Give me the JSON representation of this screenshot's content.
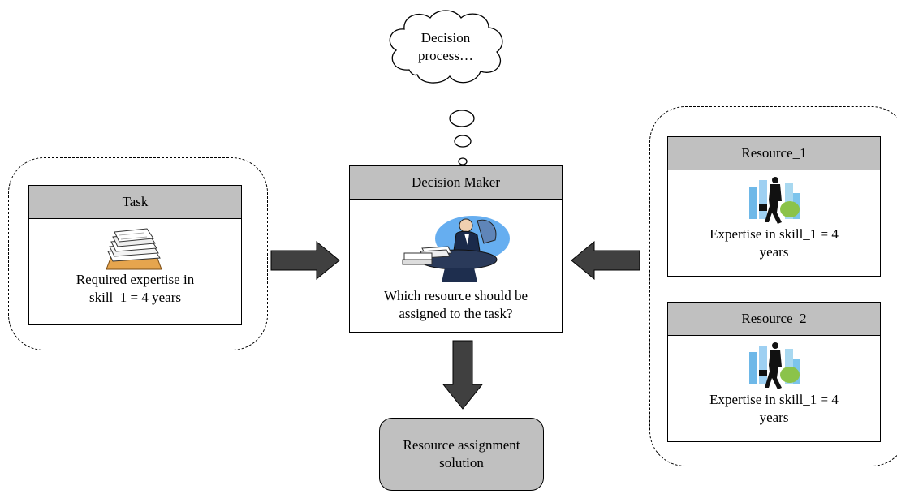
{
  "thought": {
    "text_line1": "Decision",
    "text_line2": "process…"
  },
  "task": {
    "header": "Task",
    "text_line1": "Required expertise in",
    "text_line2": "skill_1 = 4 years",
    "icon": "paper-stack-icon"
  },
  "decision_maker": {
    "header": "Decision Maker",
    "text_line1": "Which resource should be",
    "text_line2": "assigned to the task?",
    "icon": "businessman-at-desk-icon"
  },
  "resources": [
    {
      "header": "Resource_1",
      "text_line1": "Expertise in skill_1 = 4",
      "text_line2": "years",
      "icon": "walking-businessman-icon"
    },
    {
      "header": "Resource_2",
      "text_line1": "Expertise in skill_1 = 4",
      "text_line2": "years",
      "icon": "walking-businessman-icon"
    }
  ],
  "outcome": {
    "text_line1": "Resource assignment",
    "text_line2": "solution"
  },
  "colors": {
    "header_fill": "#c0c0c0",
    "arrow_fill": "#404040",
    "outcome_fill": "#c0c0c0"
  }
}
